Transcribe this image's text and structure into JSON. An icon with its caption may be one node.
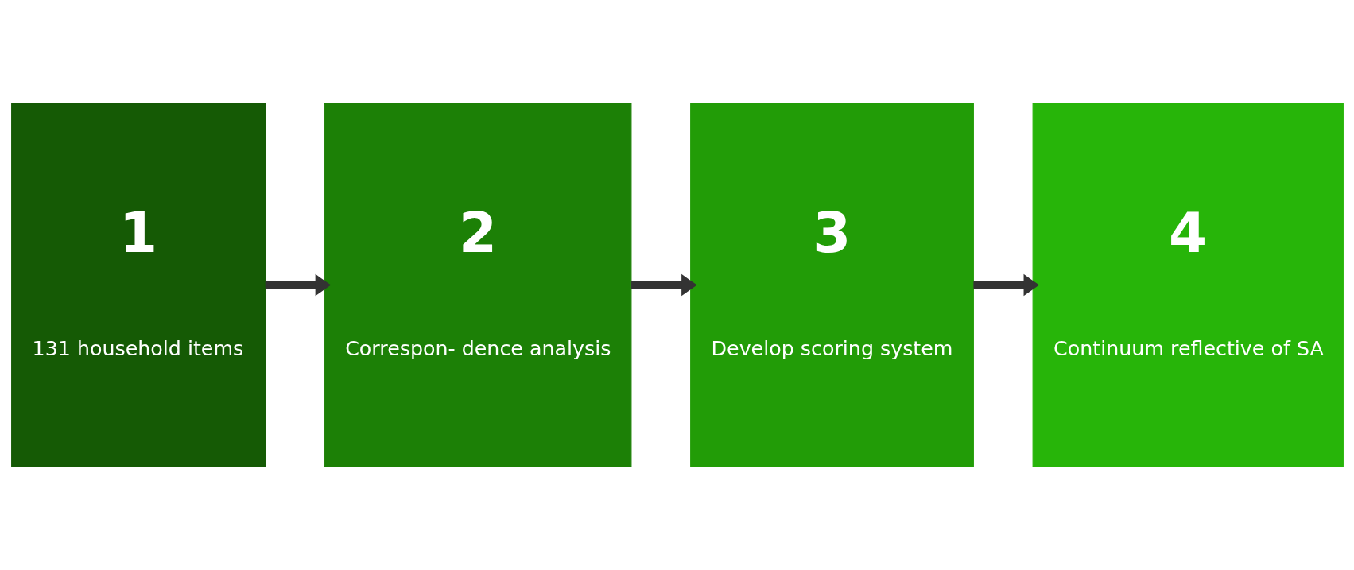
{
  "diagram": {
    "nodes": [
      {
        "text": [
          "1",
          "131 household items"
        ]
      },
      {
        "text": [
          "2",
          "Correspon- dence analysis"
        ]
      },
      {
        "text": [
          "3",
          "Develop scoring system"
        ]
      },
      {
        "text": [
          "4",
          "Continuum reflective of SA"
        ]
      }
    ],
    "edges": [
      {
        "from": 0,
        "to": 1,
        "arrow": "to"
      },
      {
        "from": 1,
        "to": 2,
        "arrow": "to"
      },
      {
        "from": 2,
        "to": 3,
        "arrow": "to"
      }
    ]
  }
}
